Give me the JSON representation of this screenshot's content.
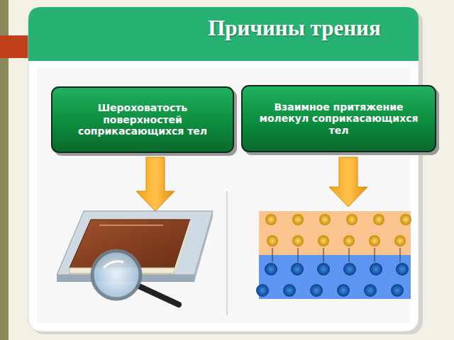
{
  "diagram": {
    "title": "Причины трения",
    "nodes": [
      {
        "text": [
          "Шероховатость поверхностей соприкасающихся тел"
        ]
      },
      {
        "text": [
          "Взаимное притяжение молекул соприкасающихся тел"
        ]
      }
    ]
  }
}
